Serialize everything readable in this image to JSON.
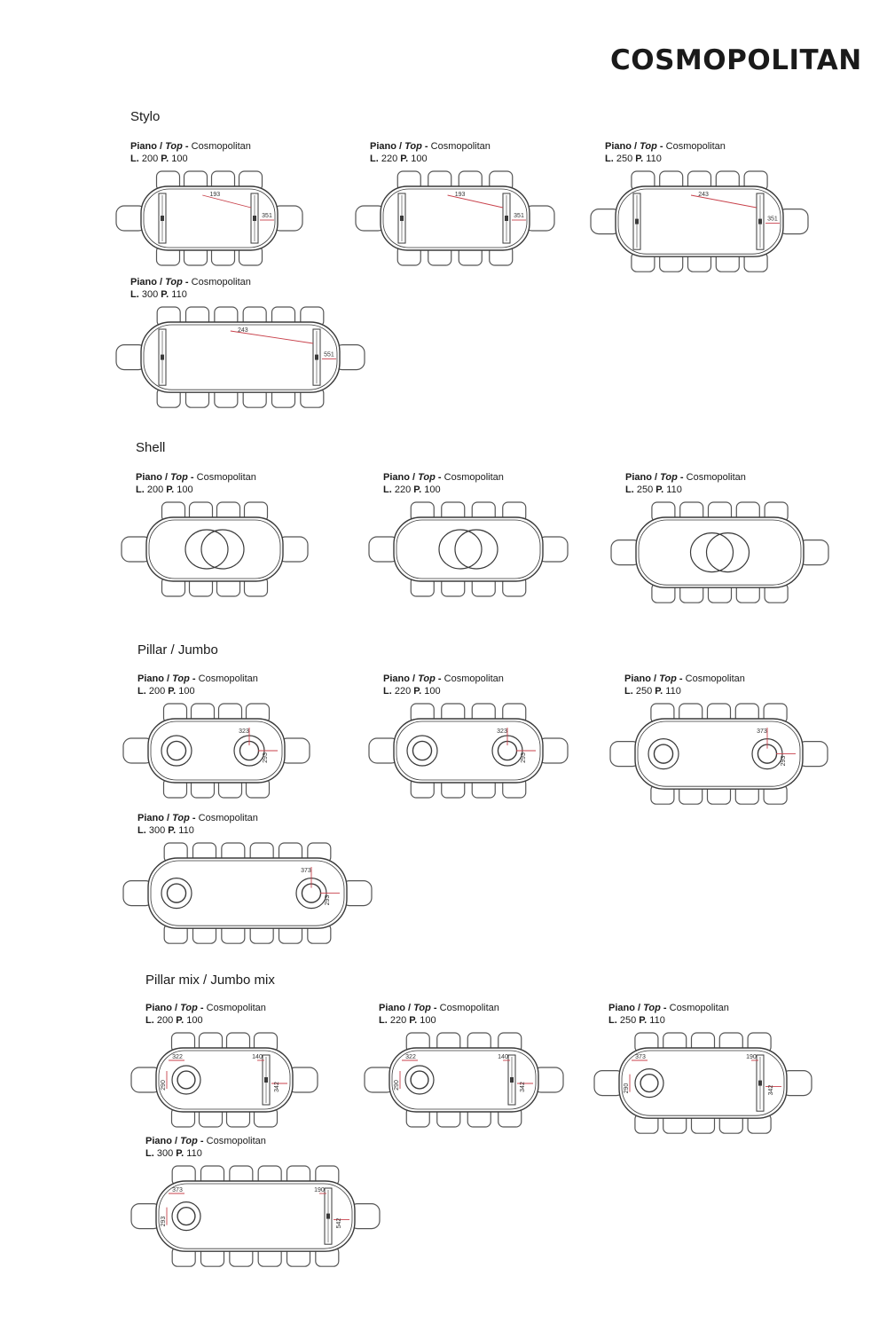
{
  "brand": "COSMOPOLITAN",
  "caption_parts": {
    "piano": "Piano",
    "slash": " / ",
    "top": "Top",
    "dash": " - ",
    "name": "Cosmopolitan",
    "l": "L.",
    "p": "P."
  },
  "colors": {
    "line": "#3a3a3a",
    "chair": "#555555",
    "dimension": "#c8414b"
  },
  "sections": [
    {
      "id": "stylo",
      "title": "Stylo",
      "base": "stylo",
      "items": [
        {
          "L": "200",
          "P": "100",
          "dims": [
            "193",
            "351"
          ]
        },
        {
          "L": "220",
          "P": "100",
          "dims": [
            "193",
            "351"
          ]
        },
        {
          "L": "250",
          "P": "110",
          "dims": [
            "243",
            "351"
          ]
        },
        {
          "L": "300",
          "P": "110",
          "dims": [
            "243",
            "551"
          ]
        }
      ]
    },
    {
      "id": "shell",
      "title": "Shell",
      "base": "shell",
      "items": [
        {
          "L": "200",
          "P": "100",
          "dims": []
        },
        {
          "L": "220",
          "P": "100",
          "dims": []
        },
        {
          "L": "250",
          "P": "110",
          "dims": []
        }
      ]
    },
    {
      "id": "pillar",
      "title": "Pillar / Jumbo",
      "base": "pillar",
      "items": [
        {
          "L": "200",
          "P": "100",
          "dims": [
            "323",
            "293"
          ]
        },
        {
          "L": "220",
          "P": "100",
          "dims": [
            "323",
            "293"
          ]
        },
        {
          "L": "250",
          "P": "110",
          "dims": [
            "373",
            "293"
          ]
        },
        {
          "L": "300",
          "P": "110",
          "dims": [
            "373",
            "293"
          ]
        }
      ]
    },
    {
      "id": "mix",
      "title": "Pillar mix / Jumbo mix",
      "base": "mix",
      "items": [
        {
          "L": "200",
          "P": "100",
          "dims": [
            "322",
            "290",
            "140",
            "342"
          ]
        },
        {
          "L": "220",
          "P": "100",
          "dims": [
            "322",
            "290",
            "140",
            "342"
          ]
        },
        {
          "L": "250",
          "P": "110",
          "dims": [
            "373",
            "290",
            "190",
            "342"
          ]
        },
        {
          "L": "300",
          "P": "110",
          "dims": [
            "373",
            "293",
            "190",
            "542"
          ]
        }
      ]
    }
  ]
}
